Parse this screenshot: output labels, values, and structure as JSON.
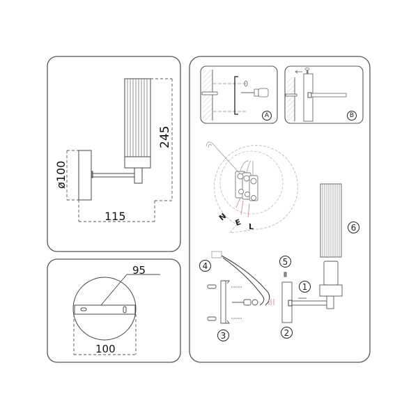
{
  "dimensions_panel": {
    "height_label": "245",
    "diameter_label": "ø100",
    "projection_label": "115"
  },
  "mount_panel": {
    "plate_label": "95",
    "width_label": "100"
  },
  "installation_panel": {
    "detail_a_label": "A",
    "detail_b_label": "B",
    "wiring_labels": [
      "N",
      "E",
      "L"
    ],
    "steps": {
      "step1": "1",
      "step2": "2",
      "step3": "3",
      "step4": "4",
      "step5": "5",
      "step6": "6"
    }
  },
  "colors": {
    "line": "#444444",
    "panel_border": "#555555",
    "wire_accent": "#c47a9a",
    "hatch": "#bbbbbb"
  }
}
